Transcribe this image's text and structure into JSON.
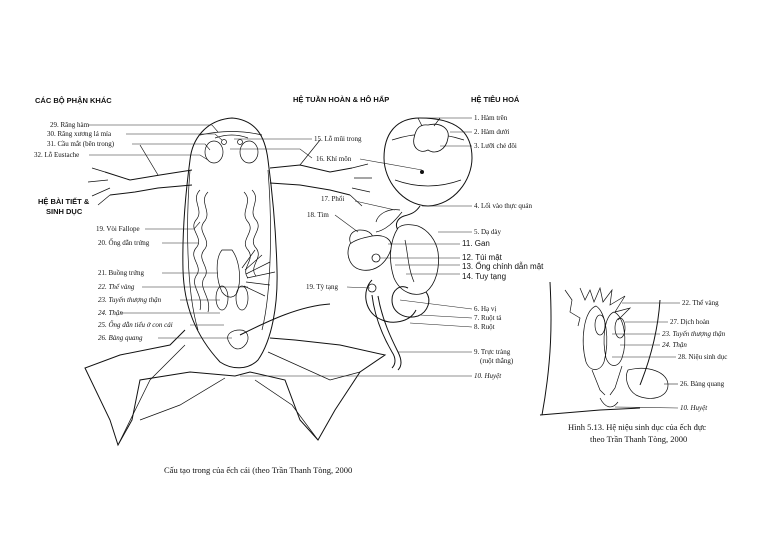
{
  "headings": {
    "other_parts": "CÁC BỘ PHẬN KHÁC",
    "circulation": "HỆ TUẦN HOÀN & HÔ HẤP",
    "digestive": "HỆ TIÊU HOÁ",
    "excretory_1": "HỆ BÀI TIẾT &",
    "excretory_2": "SINH DỤC"
  },
  "labels_left": [
    {
      "text": "29. Răng hàm",
      "italic": false
    },
    {
      "text": "30. Răng xương lá mía",
      "italic": false
    },
    {
      "text": "31. Cầu mắt (bên trong)",
      "italic": false
    },
    {
      "text": "32. Lỗ Eustache",
      "italic": false
    },
    {
      "text": "19. Vòi Fallope",
      "italic": false
    },
    {
      "text": "20. Ống dẫn trứng",
      "italic": false
    },
    {
      "text": "21. Buồng trứng",
      "italic": false
    },
    {
      "text": "22. Thể vàng",
      "italic": true
    },
    {
      "text": "23. Tuyến thượng thận",
      "italic": true
    },
    {
      "text": "24. Thận",
      "italic": true
    },
    {
      "text": "25. Ống dẫn tiểu ở con cái",
      "italic": true
    },
    {
      "text": "26. Bàng quang",
      "italic": true
    }
  ],
  "labels_center": [
    {
      "text": "15. Lỗ mũi trong",
      "italic": false
    },
    {
      "text": "16. Khí môn",
      "italic": false
    },
    {
      "text": "17. Phổi",
      "italic": false
    },
    {
      "text": "18. Tim",
      "italic": false
    },
    {
      "text": "19. Tỳ tạng",
      "italic": false
    }
  ],
  "labels_right": [
    {
      "text": "1. Hàm trên",
      "italic": false,
      "sans": false
    },
    {
      "text": "2. Hàm dưới",
      "italic": false,
      "sans": false
    },
    {
      "text": "3. Lưỡi chẻ đôi",
      "italic": false,
      "sans": false
    },
    {
      "text": "4. Lối vào thực quản",
      "italic": false,
      "sans": false
    },
    {
      "text": "5. Dạ dày",
      "italic": false,
      "sans": false
    },
    {
      "text": "11. Gan",
      "italic": false,
      "sans": true
    },
    {
      "text": "12. Túi mật",
      "italic": false,
      "sans": true
    },
    {
      "text": "13. Ống chính dẫn mật",
      "italic": false,
      "sans": true
    },
    {
      "text": "14. Tuy tạng",
      "italic": false,
      "sans": true
    },
    {
      "text": "6. Hạ vị",
      "italic": false,
      "sans": false
    },
    {
      "text": "7. Ruột tá",
      "italic": false,
      "sans": false
    },
    {
      "text": "8. Ruột",
      "italic": false,
      "sans": false
    },
    {
      "text": "9. Trực tràng",
      "italic": false,
      "sans": false
    },
    {
      "text": "(ruột thẳng)",
      "italic": false,
      "sans": false
    },
    {
      "text": "10. Huyệt",
      "italic": true,
      "sans": false
    }
  ],
  "labels_male": [
    {
      "text": "22. Thể vàng",
      "italic": false
    },
    {
      "text": "27. Dịch hoàn",
      "italic": false
    },
    {
      "text": "23. Tuyến thượng thận",
      "italic": true
    },
    {
      "text": "24. Thận",
      "italic": true
    },
    {
      "text": "28. Niệu sinh dục",
      "italic": false
    },
    {
      "text": "26. Bàng quang",
      "italic": false
    },
    {
      "text": "10. Huyệt",
      "italic": true
    }
  ],
  "captions": {
    "female": "Cấu tạo trong của ếch cái (theo Trần Thanh Tòng, 2000",
    "male_1": "Hình 5.13. Hệ niệu sinh dục của ếch đực",
    "male_2": "theo Trần Thanh Tòng, 2000"
  }
}
